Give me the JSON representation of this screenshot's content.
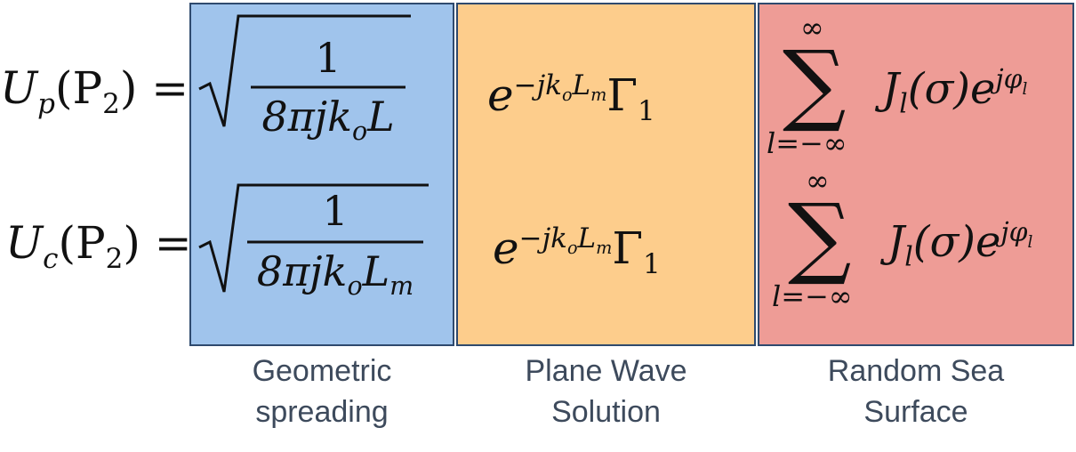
{
  "colors": {
    "geometric": "#a0c4ec",
    "plane_wave": "#fdcd8c",
    "random_sea": "#ee9c96",
    "border": "#2f4a6e",
    "caption": "#3d4a5c"
  },
  "captions": {
    "geometric": [
      "Geometric",
      "spreading"
    ],
    "plane_wave": [
      "Plane Wave",
      "Solution"
    ],
    "random_sea": [
      "Random Sea",
      "Surface"
    ]
  },
  "equations": [
    {
      "lhs_symbol": "U",
      "lhs_sub": "p",
      "lhs_arg": "(P",
      "lhs_arg_sub": "2",
      "lhs_close": ") =",
      "sqrt_num": "1",
      "sqrt_den": "8πjk",
      "sqrt_den_sub": "o",
      "sqrt_den_tail": "L",
      "sqrt_den_tail_sub": "",
      "exp_base": "e",
      "exp_power": "−jk",
      "exp_power_sub1": "o",
      "exp_power_mid": "L",
      "exp_power_sub2": "m",
      "gamma": "Γ",
      "gamma_sub": "1",
      "sum_upper": "∞",
      "sum_lower": "l=−∞",
      "sum_term_J": "J",
      "sum_term_J_sub": "l",
      "sum_term_arg": "(σ)e",
      "sum_term_sup": "jφ",
      "sum_term_sup_sub": "l"
    },
    {
      "lhs_symbol": "U",
      "lhs_sub": "c",
      "lhs_arg": "(P",
      "lhs_arg_sub": "2",
      "lhs_close": ") =",
      "sqrt_num": "1",
      "sqrt_den": "8πjk",
      "sqrt_den_sub": "o",
      "sqrt_den_tail": "L",
      "sqrt_den_tail_sub": "m",
      "exp_base": "e",
      "exp_power": "−jk",
      "exp_power_sub1": "o",
      "exp_power_mid": "L",
      "exp_power_sub2": "m",
      "gamma": "Γ",
      "gamma_sub": "1",
      "sum_upper": "∞",
      "sum_lower": "l=−∞",
      "sum_term_J": "J",
      "sum_term_J_sub": "l",
      "sum_term_arg": "(σ)e",
      "sum_term_sup": "jφ",
      "sum_term_sup_sub": "l"
    }
  ]
}
